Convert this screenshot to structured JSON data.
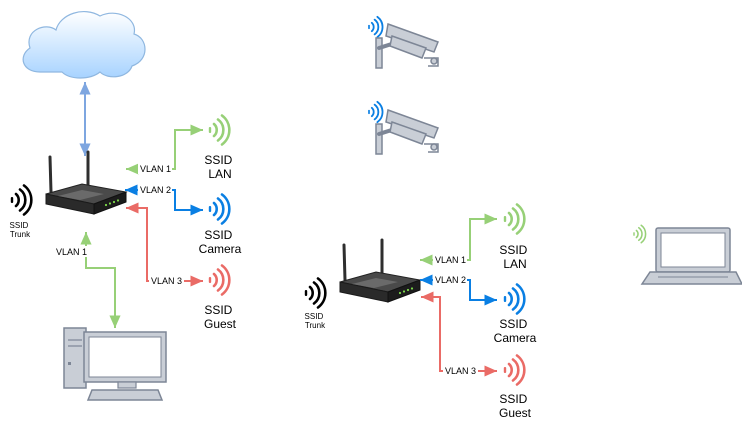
{
  "colors": {
    "green": "#97d077",
    "blue": "#0a7fe3",
    "red": "#ea6b66",
    "lightblue": "#7ea6e0",
    "cloud_top": "#ffffff",
    "cloud_bottom": "#a7d3ff",
    "gray_device": "#c9ced6",
    "gray_stroke": "#7d8696",
    "router_dark": "#2e2e2e"
  },
  "icons": [
    "cloud-icon",
    "router-icon",
    "wifi-signal-icon",
    "security-camera-icon",
    "desktop-computer-icon",
    "laptop-icon"
  ],
  "left_network": {
    "trunk": {
      "line1": "SSID",
      "line2": "Trunk"
    },
    "vlan1": "VLAN 1",
    "vlan2": "VLAN 2",
    "vlan3": "VLAN 3",
    "vlan1_wired": "VLAN 1",
    "ssid_lan": {
      "line1": "SSID",
      "line2": "LAN"
    },
    "ssid_camera": {
      "line1": "SSID",
      "line2": "Camera"
    },
    "ssid_guest": {
      "line1": "SSID",
      "line2": "Guest"
    }
  },
  "right_network": {
    "trunk": {
      "line1": "SSID",
      "line2": "Trunk"
    },
    "vlan1": "VLAN 1",
    "vlan2": "VLAN 2",
    "vlan3": "VLAN 3",
    "ssid_lan": {
      "line1": "SSID",
      "line2": "LAN"
    },
    "ssid_camera": {
      "line1": "SSID",
      "line2": "Camera"
    },
    "ssid_guest": {
      "line1": "SSID",
      "line2": "Guest"
    }
  }
}
